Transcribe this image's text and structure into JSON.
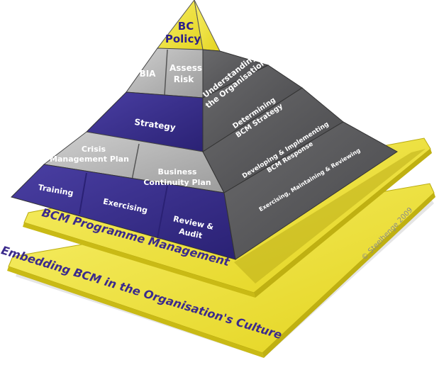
{
  "apex": {
    "line1": "BC",
    "line2": "Policy"
  },
  "tier1": {
    "bia": "BIA",
    "assess1": "Assess",
    "assess2": "Risk",
    "side1": "Understanding",
    "side2": "the Organisation"
  },
  "tier2": {
    "strategy": "Strategy",
    "side1": "Determining",
    "side2": "BCM Strategy"
  },
  "tier3": {
    "crisis1": "Crisis",
    "crisis2": "Management Plan",
    "bcp1": "Business",
    "bcp2": "Continuity Plan",
    "side1": "Developing & Implementing",
    "side2": "BCM Response"
  },
  "tier4": {
    "training": "Training",
    "exercising": "Exercising",
    "review1": "Review &",
    "review2": "Audit",
    "side": "Exercising, Maintaining & Reviewing"
  },
  "layer_programme": "BCM Programme Management",
  "layer_culture": "Embedding BCM in the Organisation's Culture",
  "copyright": "© Steelhenge 2009",
  "colors": {
    "yellow": "#f3e640",
    "purple": "#3a2f8f",
    "grey_light": "#b5b5b5",
    "grey_dark": "#5c5c5e"
  }
}
